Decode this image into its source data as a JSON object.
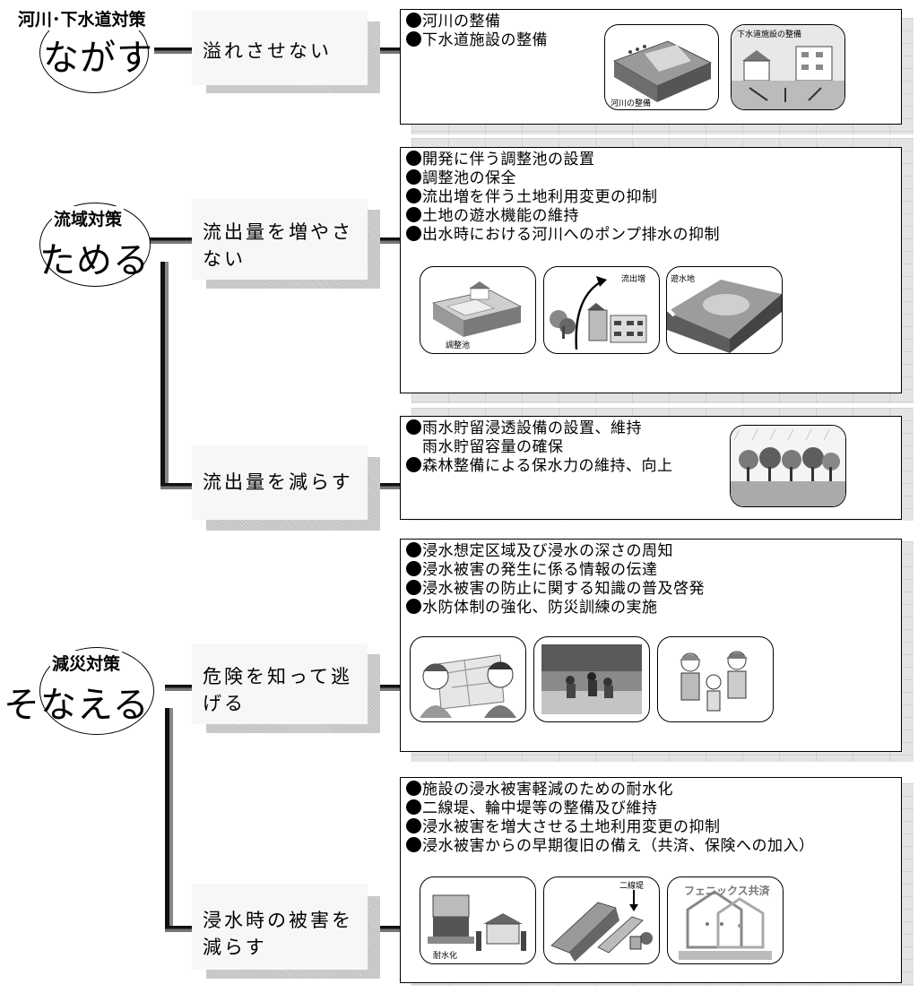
{
  "categories": [
    {
      "title": "河川･下水道対策",
      "big": "ながす"
    },
    {
      "title": "流域対策",
      "big": "ためる"
    },
    {
      "title": "減災対策",
      "big": "そなえる"
    }
  ],
  "subcategories": [
    {
      "label": "溢れさせない"
    },
    {
      "label": "流出量を増やさない"
    },
    {
      "label": "流出量を減らす"
    },
    {
      "label": "危険を知って逃げる"
    },
    {
      "label": "浸水時の被害を減らす"
    }
  ],
  "panels": [
    {
      "items": [
        "河川の整備",
        "下水道施設の整備"
      ],
      "illustrations": [
        {
          "name": "river-improvement",
          "caption": "河川の整備"
        },
        {
          "name": "sewer-facility",
          "caption": "下水道施設の整備"
        }
      ]
    },
    {
      "items": [
        "開発に伴う調整池の設置",
        "調整池の保全",
        "流出増を伴う土地利用変更の抑制",
        "土地の遊水機能の維持",
        "出水時における河川へのポンプ排水の抑制"
      ],
      "illustrations": [
        {
          "name": "retention-pond",
          "caption": "調整池"
        },
        {
          "name": "runoff-increase",
          "caption": "流出増"
        },
        {
          "name": "retarding-basin",
          "caption": "遊水地"
        }
      ]
    },
    {
      "items": [
        "雨水貯留浸透設備の設置、維持",
        "雨水貯留容量の確保",
        "森林整備による保水力の維持、向上"
      ],
      "illustrations": [
        {
          "name": "forest",
          "caption": ""
        }
      ]
    },
    {
      "items": [
        "浸水想定区域及び浸水の深さの周知",
        "浸水被害の発生に係る情報の伝達",
        "浸水被害の防止に関する知識の普及啓発",
        "水防体制の強化、防災訓練の実施"
      ],
      "illustrations": [
        {
          "name": "hazard-map",
          "caption": ""
        },
        {
          "name": "flood-drill-photo",
          "caption": ""
        },
        {
          "name": "evacuation",
          "caption": ""
        }
      ]
    },
    {
      "items": [
        "施設の浸水被害軽減のための耐水化",
        "二線堤、輪中堤等の整備及び維持",
        "浸水被害を増大させる土地利用変更の抑制",
        "浸水被害からの早期復旧の備え（共済、保険への加入）"
      ],
      "illustrations": [
        {
          "name": "waterproofing",
          "caption": "耐水化"
        },
        {
          "name": "secondary-levee",
          "caption": "二線堤"
        },
        {
          "name": "phoenix-mutual-aid",
          "caption": "フェニックス共済"
        }
      ]
    }
  ],
  "colors": {
    "line": "#111111",
    "shadow": "#c8c8c8",
    "subbox": "#f7f7f7"
  }
}
